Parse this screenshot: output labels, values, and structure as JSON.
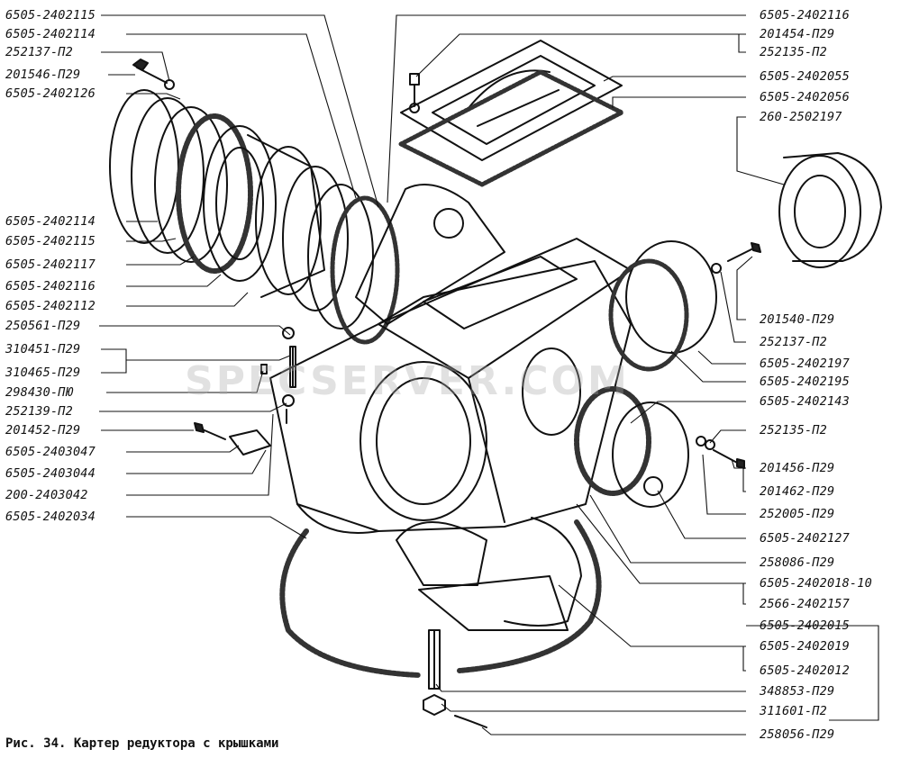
{
  "figure": {
    "caption": "Рис. 34. Картер редуктора с крышками",
    "watermark": "SPECSERVER.COM"
  },
  "left_labels": [
    "6505-2402115",
    "6505-2402114",
    "252137-П2",
    "201546-П29",
    "6505-2402126",
    "6505-2402114",
    "6505-2402115",
    "6505-2402117",
    "6505-2402116",
    "6505-2402112",
    "250561-П29",
    "310451-П29",
    "310465-П29",
    "298430-ПЮ",
    "252139-П2",
    "201452-П29",
    "6505-2403047",
    "6505-2403044",
    "200-2403042",
    "6505-2402034"
  ],
  "right_labels": [
    "6505-2402116",
    "201454-П29",
    "252135-П2",
    "6505-2402055",
    "6505-2402056",
    "260-2502197",
    "201540-П29",
    "252137-П2",
    "6505-2402197",
    "6505-2402195",
    "6505-2402143",
    "252135-П2",
    "201456-П29",
    "201462-П29",
    "252005-П29",
    "6505-2402127",
    "258086-П29",
    "6505-2402018-10",
    "2566-2402157",
    "6505-2402015",
    "6505-2402019",
    "6505-2402012",
    "348853-П29",
    "311601-П2",
    "258056-П29"
  ]
}
